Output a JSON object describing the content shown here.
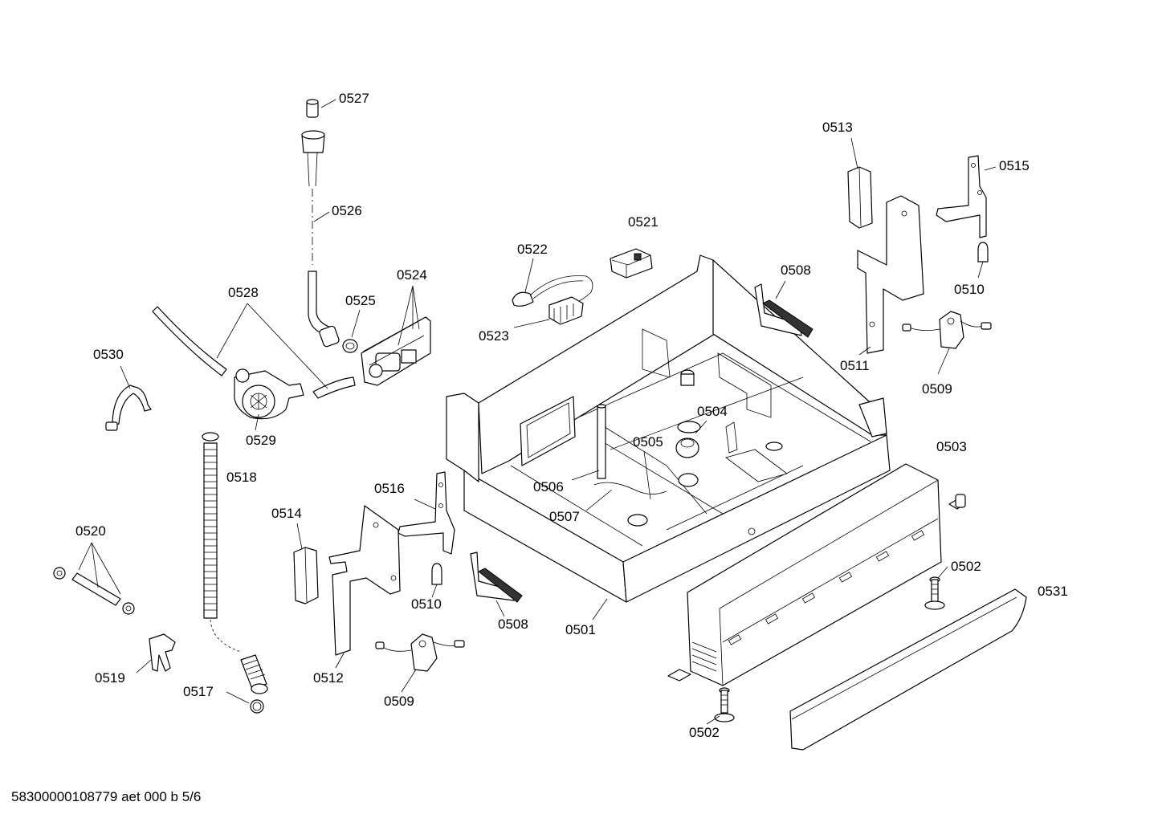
{
  "labels": {
    "p0527": "0527",
    "p0526": "0526",
    "p0528": "0528",
    "p0525": "0525",
    "p0524": "0524",
    "p0530": "0530",
    "p0529": "0529",
    "p0518": "0518",
    "p0520": "0520",
    "p0519": "0519",
    "p0517": "0517",
    "p0514": "0514",
    "p0512": "0512",
    "p0516": "0516",
    "p0510a": "0510",
    "p0509a": "0509",
    "p0508a": "0508",
    "p0501": "0501",
    "p0522": "0522",
    "p0523": "0523",
    "p0521": "0521",
    "p0506": "0506",
    "p0507": "0507",
    "p0505": "0505",
    "p0504": "0504",
    "p0513": "0513",
    "p0515": "0515",
    "p0508b": "0508",
    "p0510b": "0510",
    "p0511": "0511",
    "p0509b": "0509",
    "p0503": "0503",
    "p0502a": "0502",
    "p0531": "0531",
    "p0502b": "0502"
  },
  "footer": "58300000108779 aet 000 b 5/6"
}
